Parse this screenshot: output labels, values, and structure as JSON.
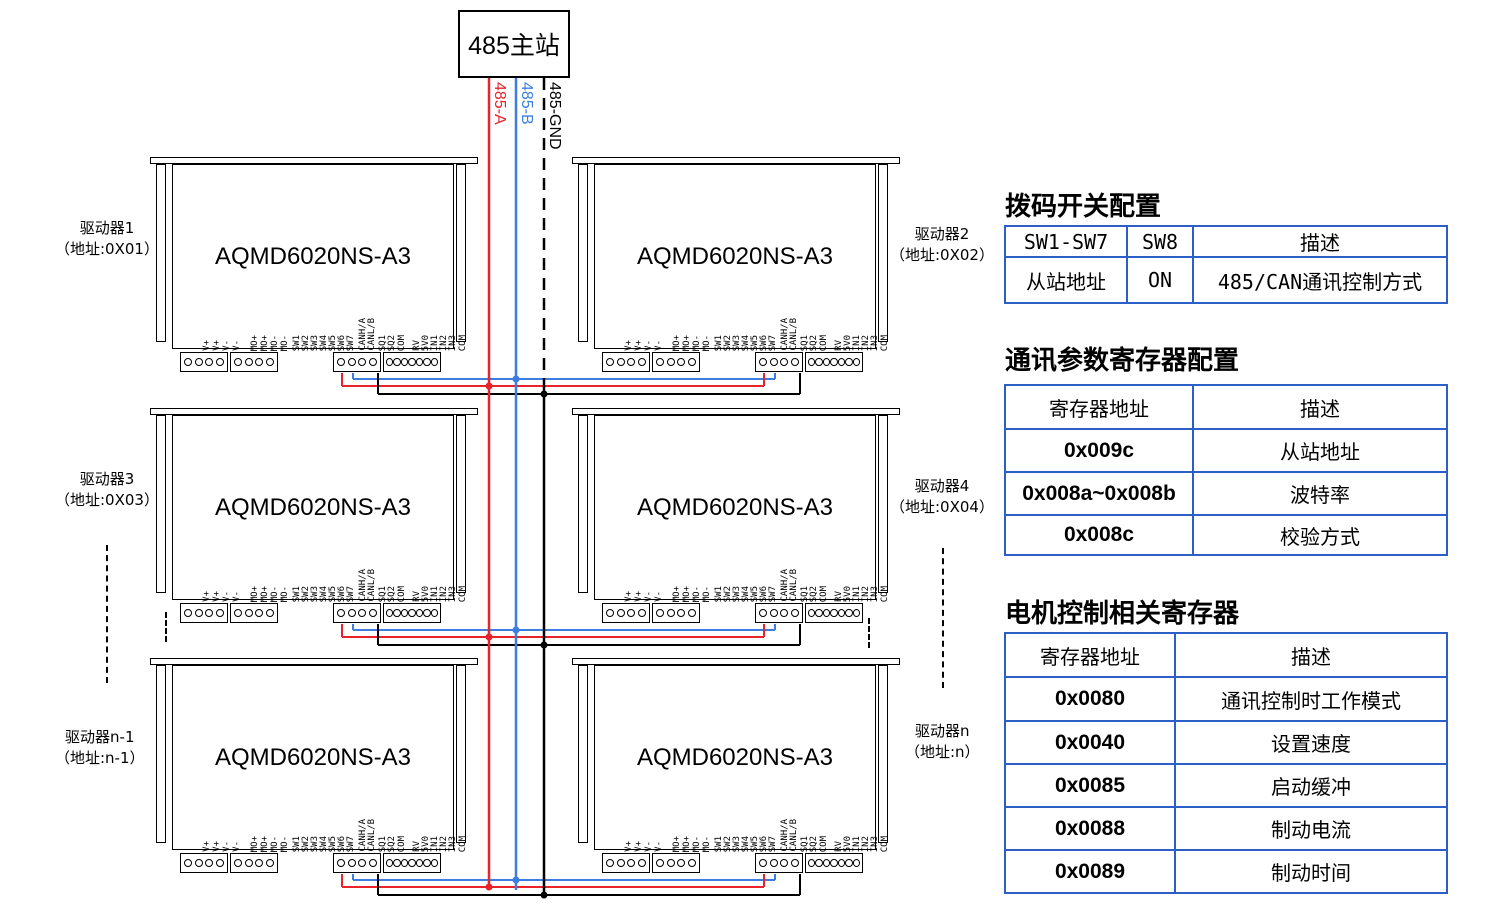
{
  "master": {
    "label": "485主站"
  },
  "wires": {
    "a_label": "485-A",
    "b_label": "485-B",
    "gnd_label": "485-GND",
    "a_color": "#e8232a",
    "b_color": "#3b7de0",
    "gnd_color": "#000000"
  },
  "drivers": [
    {
      "id": "d1",
      "name": "驱动器1",
      "addr": "（地址:0X01）",
      "model": "AQMD6020NS-A3"
    },
    {
      "id": "d2",
      "name": "驱动器2",
      "addr": "（地址:0X02）",
      "model": "AQMD6020NS-A3"
    },
    {
      "id": "d3",
      "name": "驱动器3",
      "addr": "（地址:0X03）",
      "model": "AQMD6020NS-A3"
    },
    {
      "id": "d4",
      "name": "驱动器4",
      "addr": "（地址:0X04）",
      "model": "AQMD6020NS-A3"
    },
    {
      "id": "dn1",
      "name": "驱动器n-1",
      "addr": "（地址:n-1）",
      "model": "AQMD6020NS-A3"
    },
    {
      "id": "dn",
      "name": "驱动器n",
      "addr": "（地址:n）",
      "model": "AQMD6020NS-A3"
    }
  ],
  "pins": [
    "V+",
    "V+",
    "V-",
    "V-",
    "MO+",
    "MO+",
    "MO-",
    "MO-",
    "SW1",
    "SW2",
    "SW3",
    "SW4",
    "SW5",
    "SW6",
    "SW7",
    "CANH/A",
    "CANL/B",
    "SQ1",
    "SQ2",
    "COM",
    "RV",
    "5V0",
    "IN1",
    "IN2",
    "IN3",
    "COM"
  ],
  "dip_switch": {
    "title": "拨码开关配置",
    "headers": [
      "SW1-SW7",
      "SW8",
      "描述"
    ],
    "row": [
      "从站地址",
      "ON",
      "485/CAN通讯控制方式"
    ]
  },
  "comm_registers": {
    "title": "通讯参数寄存器配置",
    "headers": [
      "寄存器地址",
      "描述"
    ],
    "rows": [
      [
        "0x009c",
        "从站地址"
      ],
      [
        "0x008a~0x008b",
        "波特率"
      ],
      [
        "0x008c",
        "校验方式"
      ]
    ]
  },
  "motor_registers": {
    "title": "电机控制相关寄存器",
    "headers": [
      "寄存器地址",
      "描述"
    ],
    "rows": [
      [
        "0x0080",
        "通讯控制时工作模式"
      ],
      [
        "0x0040",
        "设置速度"
      ],
      [
        "0x0085",
        "启动缓冲"
      ],
      [
        "0x0088",
        "制动电流"
      ],
      [
        "0x0089",
        "制动时间"
      ]
    ]
  }
}
